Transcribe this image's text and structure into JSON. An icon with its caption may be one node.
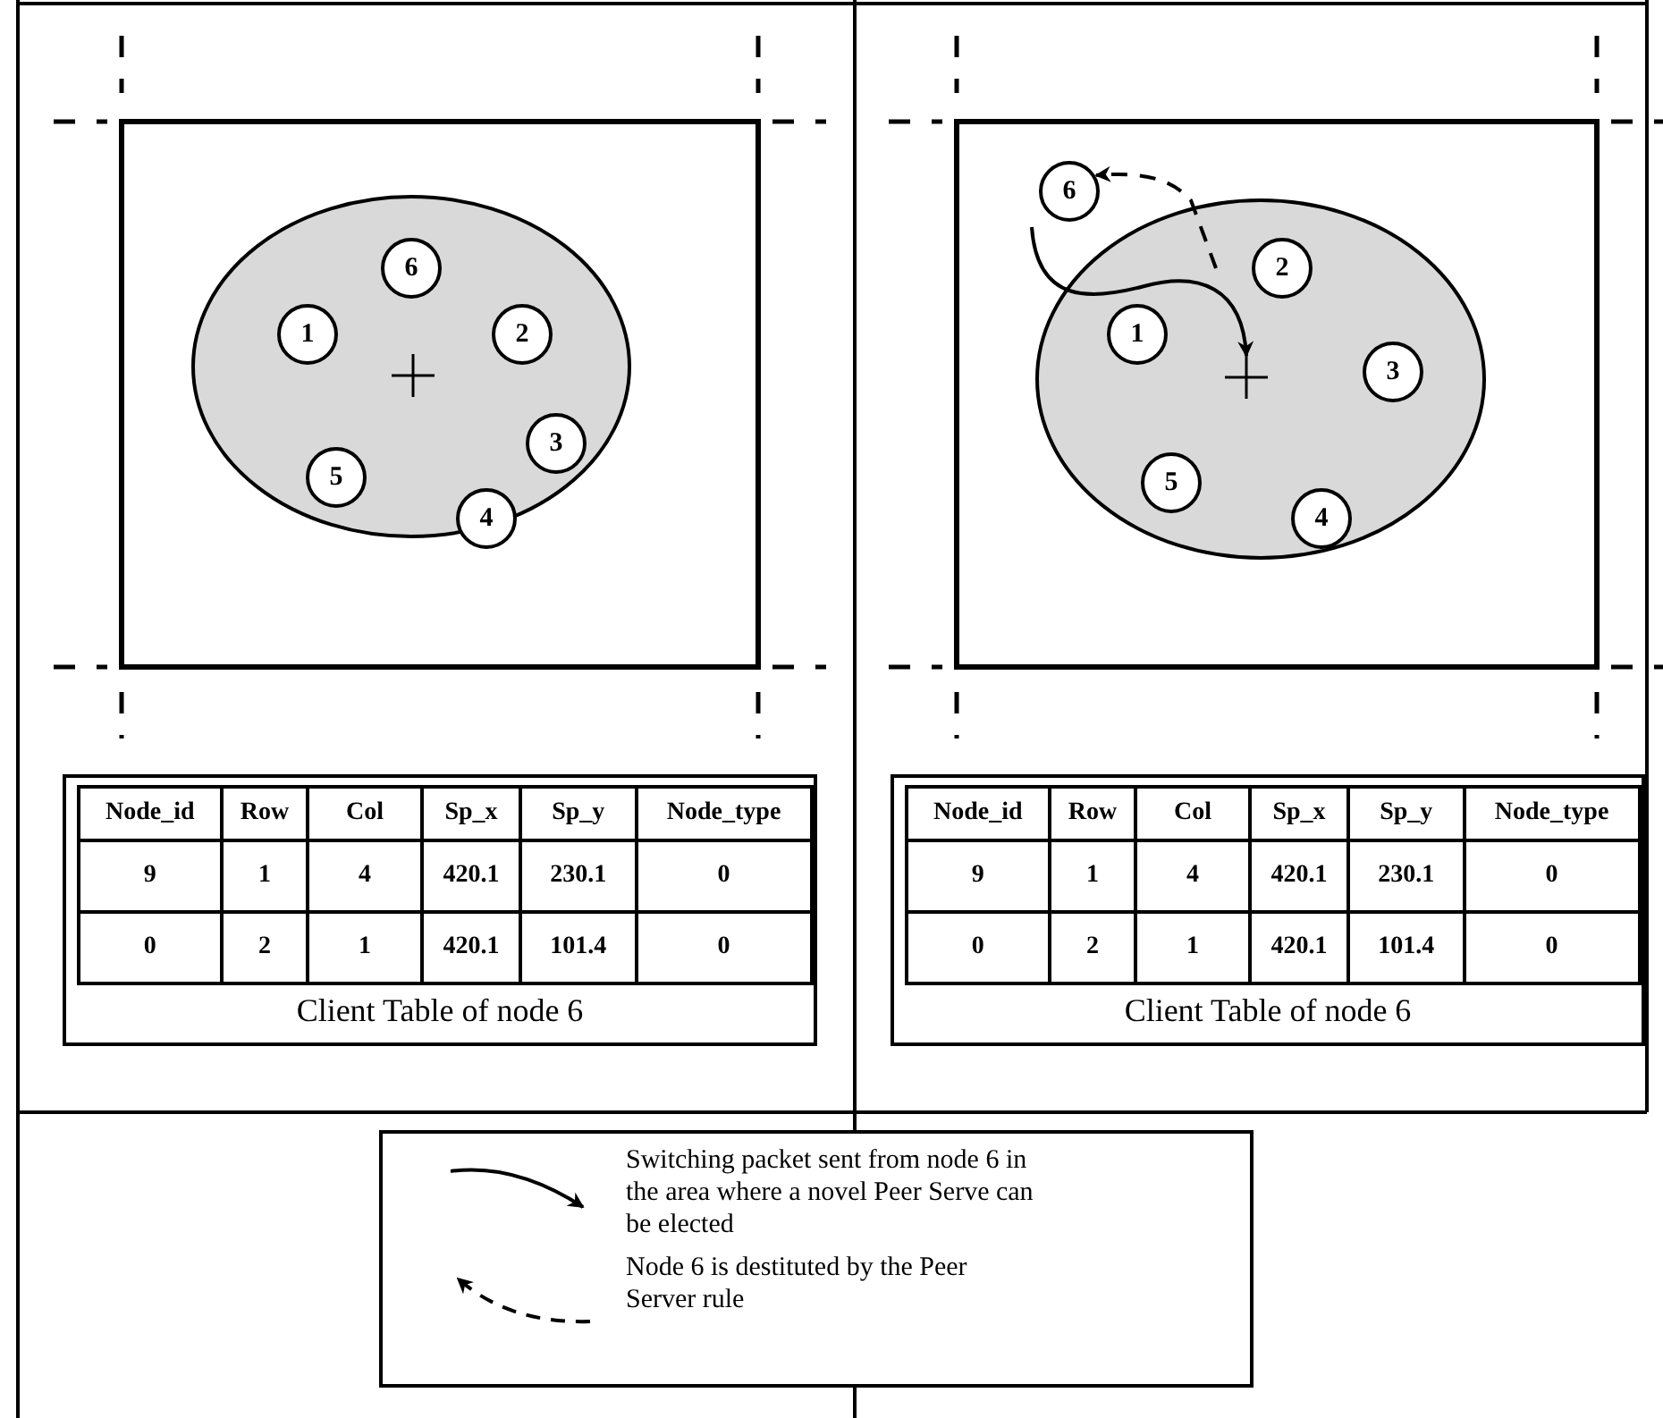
{
  "diagram": {
    "nodes": [
      {
        "text": [
          "6"
        ]
      },
      {
        "text": [
          "1"
        ]
      },
      {
        "text": [
          "2"
        ]
      },
      {
        "text": [
          "3"
        ]
      },
      {
        "text": [
          "5"
        ]
      },
      {
        "text": [
          "4"
        ]
      },
      {
        "text": [
          "6"
        ]
      },
      {
        "text": [
          "2"
        ]
      },
      {
        "text": [
          "1"
        ]
      },
      {
        "text": [],
        "shape": "cross"
      },
      {
        "text": [
          "3"
        ]
      },
      {
        "text": [
          "5"
        ]
      },
      {
        "text": [
          "4"
        ]
      }
    ],
    "edges": [
      {
        "from": 6,
        "to": 9,
        "arrow": "to"
      },
      {
        "from": null,
        "to": 6,
        "arrow": "to",
        "style": "dashed"
      }
    ],
    "labels": [
      "Node_id",
      "Row",
      "Col",
      "Sp_x",
      "Sp_y",
      "Node_type",
      "9",
      "1",
      "4",
      "420.1",
      "230.1",
      "0",
      "0",
      "2",
      "1",
      "420.1",
      "101.4",
      "0",
      "Client Table of node 6",
      "Node_id",
      "Row",
      "Col",
      "Sp_x",
      "Sp_y",
      "Node_type",
      "9",
      "1",
      "4",
      "420.1",
      "230.1",
      "0",
      "0",
      "2",
      "1",
      "420.1",
      "101.4",
      "0",
      "Client Table of node 6"
    ],
    "legend": [
      {
        "text": "Switching packet sent from node 6 in the area where a novel Peer Serve can be elected"
      },
      {
        "text": "Node 6 is destituted by the Peer Server rule"
      }
    ]
  }
}
